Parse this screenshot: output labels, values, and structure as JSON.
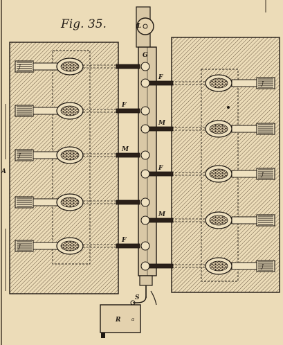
{
  "figure": {
    "title": "Fig. 35.",
    "labels": {
      "L": "L",
      "G": "G",
      "F": "F",
      "M": "M",
      "J": "J",
      "S": "S",
      "R": "R",
      "A": "A",
      "a": "a"
    }
  },
  "colors": {
    "paper": "#ecdcb8",
    "ink": "#1e1812",
    "hatch": "#6b5a44"
  },
  "tuyeres": {
    "left": [
      "J",
      "",
      "J",
      "",
      "J"
    ],
    "right": [
      "J",
      "",
      "J",
      "",
      "J"
    ]
  },
  "branch_pipes": {
    "left": [
      "",
      "F",
      "M",
      "",
      "F"
    ],
    "right": [
      "F",
      "M",
      "F",
      "M",
      ""
    ]
  }
}
